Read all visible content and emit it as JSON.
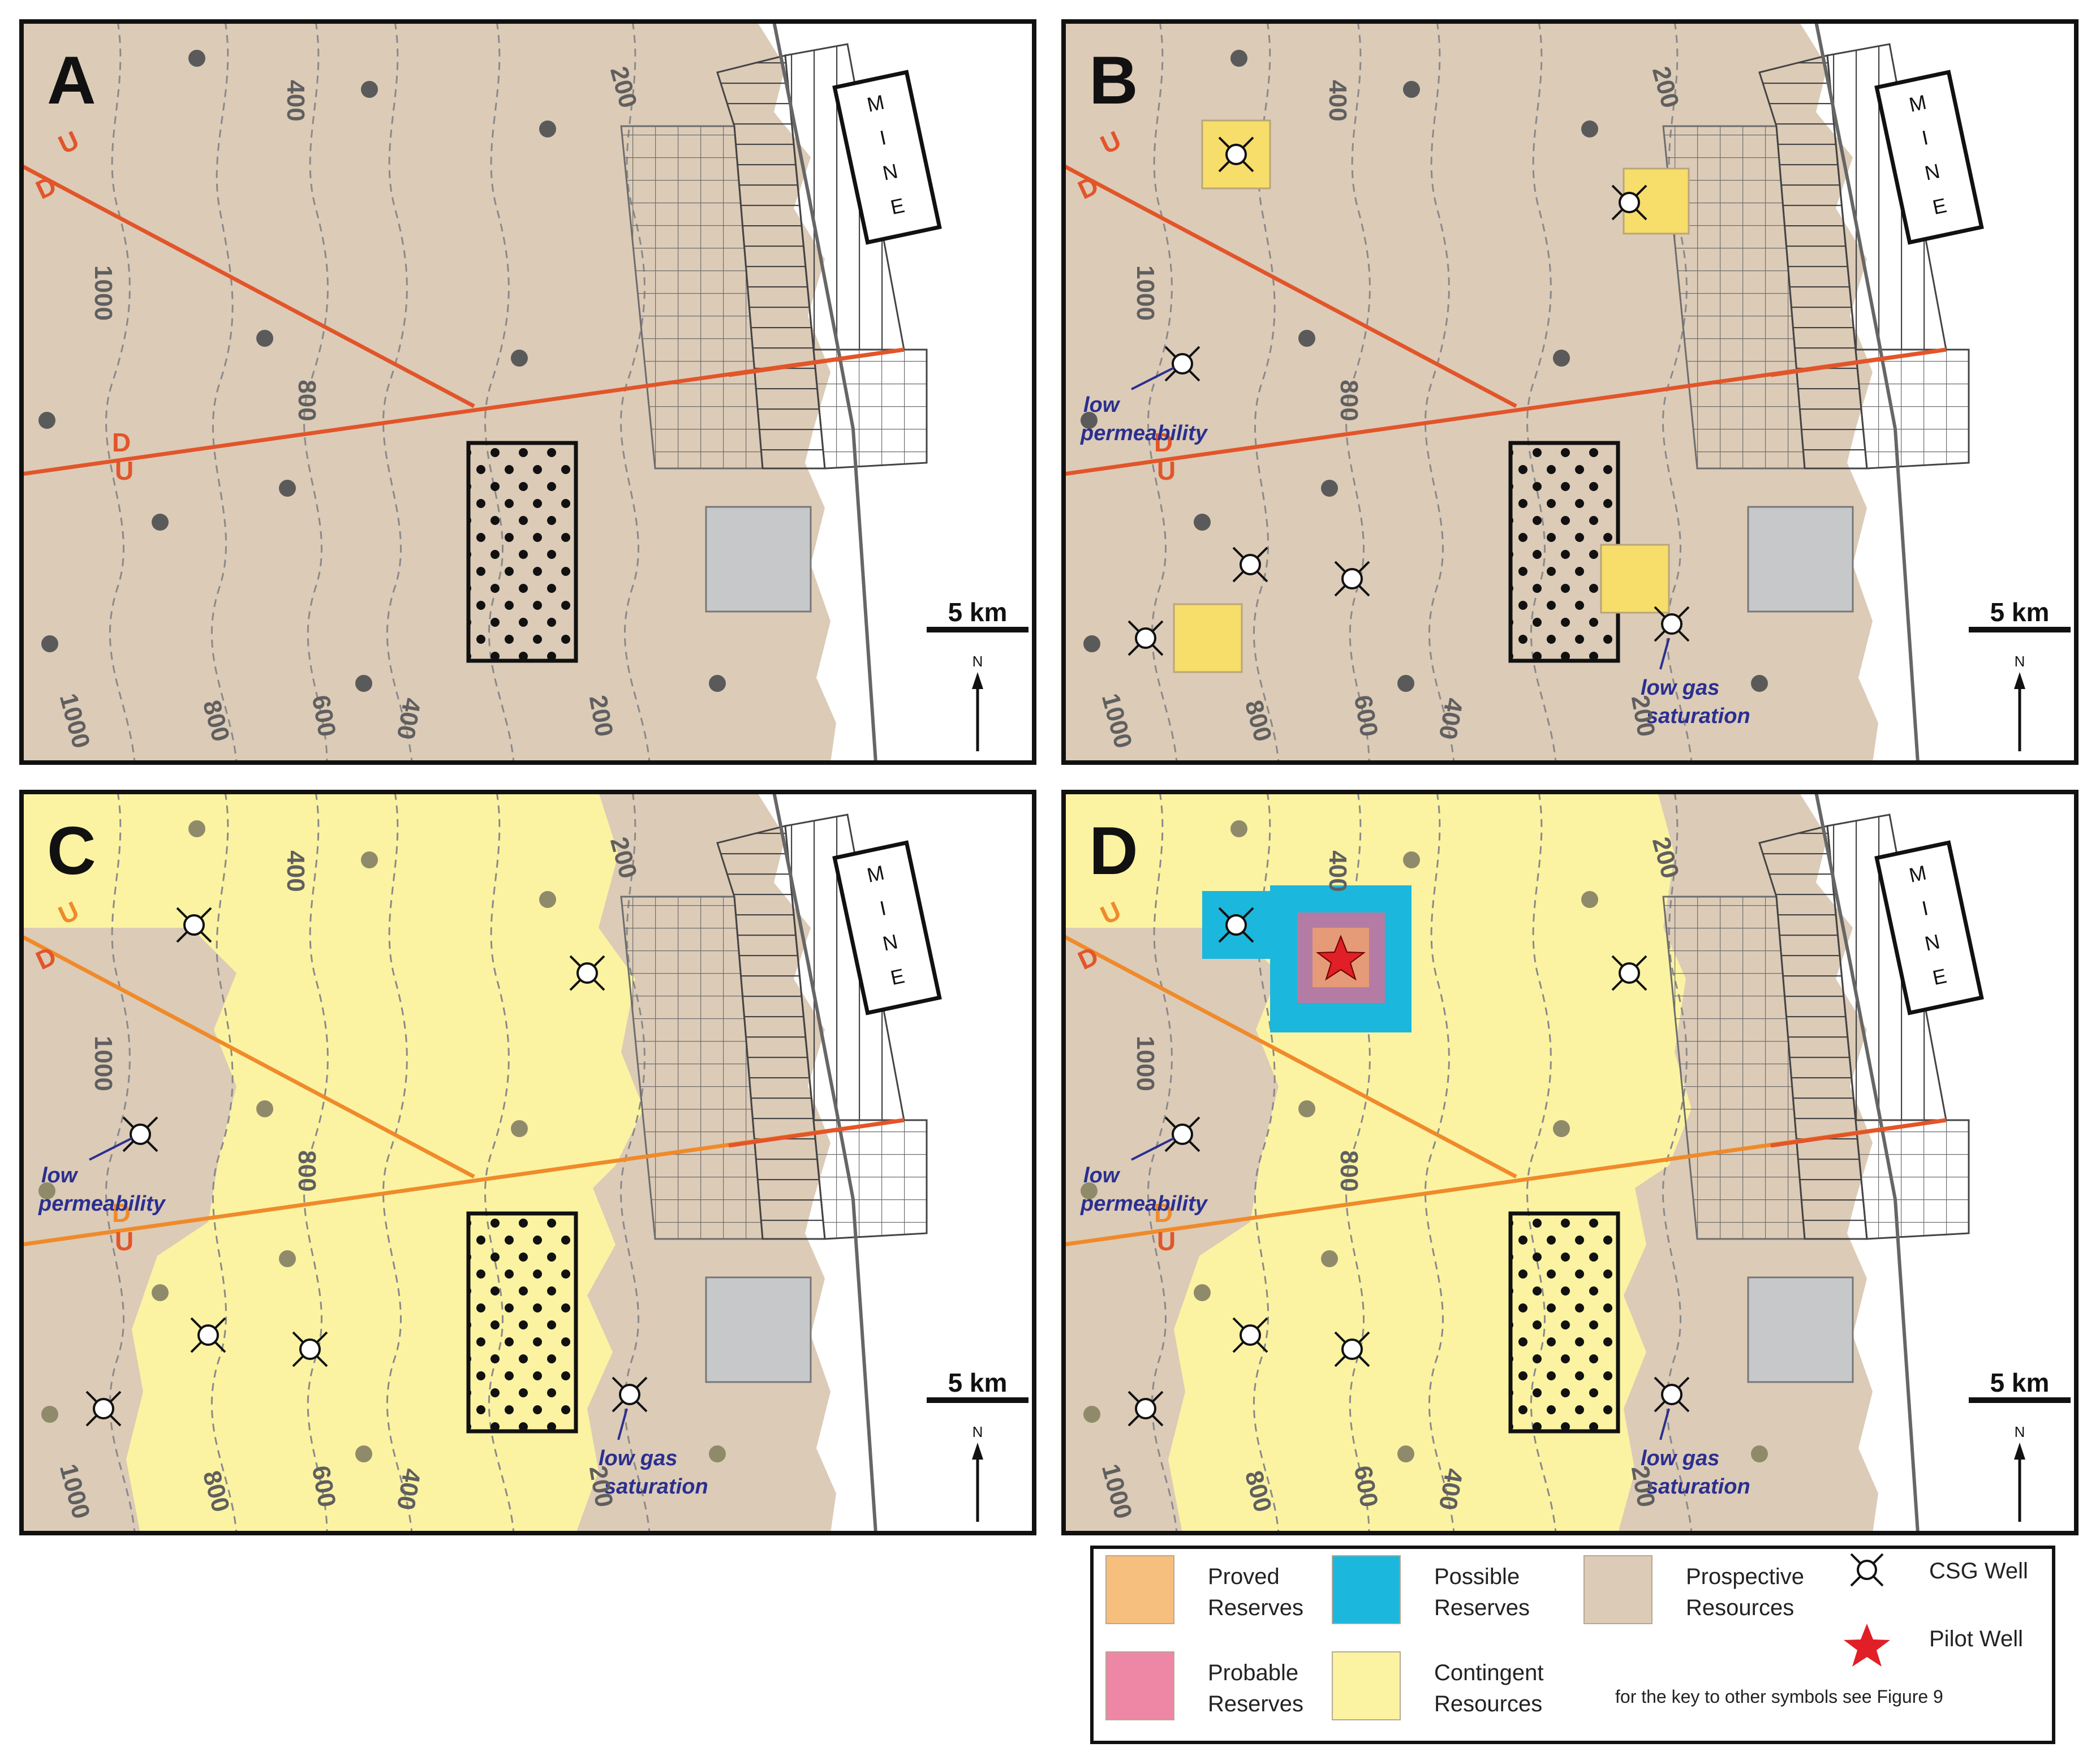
{
  "colors": {
    "prospective": "#dccbb7",
    "contingent": "#fbf3a2",
    "proved": "#f7bf7e",
    "probable": "#ee87a6",
    "possible": "#1cb7dc",
    "fault": "#e2552a",
    "pilot_star": "#e01f26",
    "gray_block": "#c7c8ca",
    "label_text": "#2a2f8f"
  },
  "panels": [
    {
      "id": "A",
      "letter": "A"
    },
    {
      "id": "B",
      "letter": "B"
    },
    {
      "id": "C",
      "letter": "C"
    },
    {
      "id": "D",
      "letter": "D"
    }
  ],
  "map": {
    "contour_labels": [
      "1000",
      "800",
      "600",
      "400",
      "200"
    ],
    "fault_letters": {
      "up": "U",
      "down": "D"
    },
    "mine_letters": [
      "M",
      "I",
      "N",
      "E"
    ],
    "scale_bar_label": "5 km",
    "north_label": "N",
    "annotations": {
      "low_permeability": [
        "low",
        "permeability"
      ],
      "low_gas_saturation": [
        "low gas",
        "saturation"
      ]
    }
  },
  "legend": {
    "items": [
      {
        "key": "proved",
        "lines": [
          "Proved",
          "Reserves"
        ],
        "color": "#f7bf7e"
      },
      {
        "key": "possible",
        "lines": [
          "Possible",
          "Reserves"
        ],
        "color": "#1cb7dc"
      },
      {
        "key": "prospective",
        "lines": [
          "Prospective",
          "Resources"
        ],
        "color": "#dccbb7"
      },
      {
        "key": "probable",
        "lines": [
          "Probable",
          "Reserves"
        ],
        "color": "#ee87a6"
      },
      {
        "key": "contingent",
        "lines": [
          "Contingent",
          "Resources"
        ],
        "color": "#fbf3a2"
      }
    ],
    "symbols": [
      {
        "key": "csg_well",
        "label": "CSG Well",
        "icon": "csg-well-icon"
      },
      {
        "key": "pilot_well",
        "label": "Pilot Well",
        "icon": "star-icon"
      }
    ],
    "footnote": "for the key to other symbols see Figure 9"
  }
}
